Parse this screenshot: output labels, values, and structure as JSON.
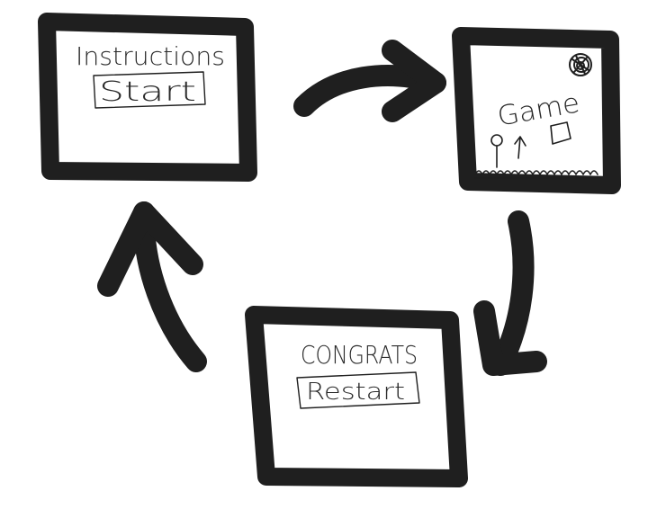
{
  "screens": {
    "instructions": {
      "heading": "Instructions",
      "button_label": "Start"
    },
    "game": {
      "heading": "Game"
    },
    "congrats": {
      "heading": "CONGRATS",
      "button_label": "Restart"
    }
  },
  "colors": {
    "ink": "#1f1f1f",
    "paper": "#ffffff"
  },
  "icons": [
    "scribble-sun-icon",
    "stick-figure-icon",
    "up-arrow-icon",
    "box-icon",
    "grass-icon"
  ]
}
